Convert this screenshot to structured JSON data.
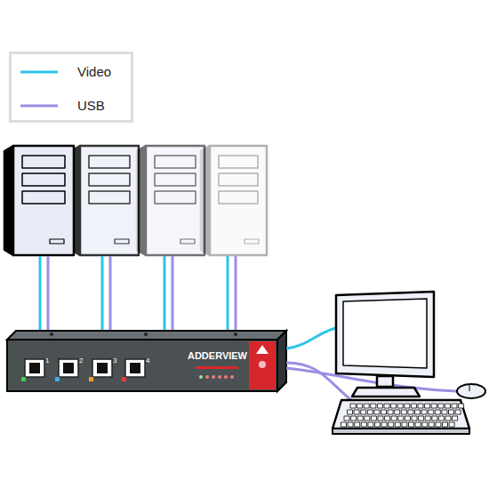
{
  "diagram": {
    "nodes": [
      {
        "text": [
          "ADDERVIEW"
        ]
      }
    ],
    "labels": [
      "1",
      "2",
      "3",
      "4"
    ],
    "legend": [
      {
        "text": "Video"
      },
      {
        "text": "USB"
      }
    ]
  }
}
